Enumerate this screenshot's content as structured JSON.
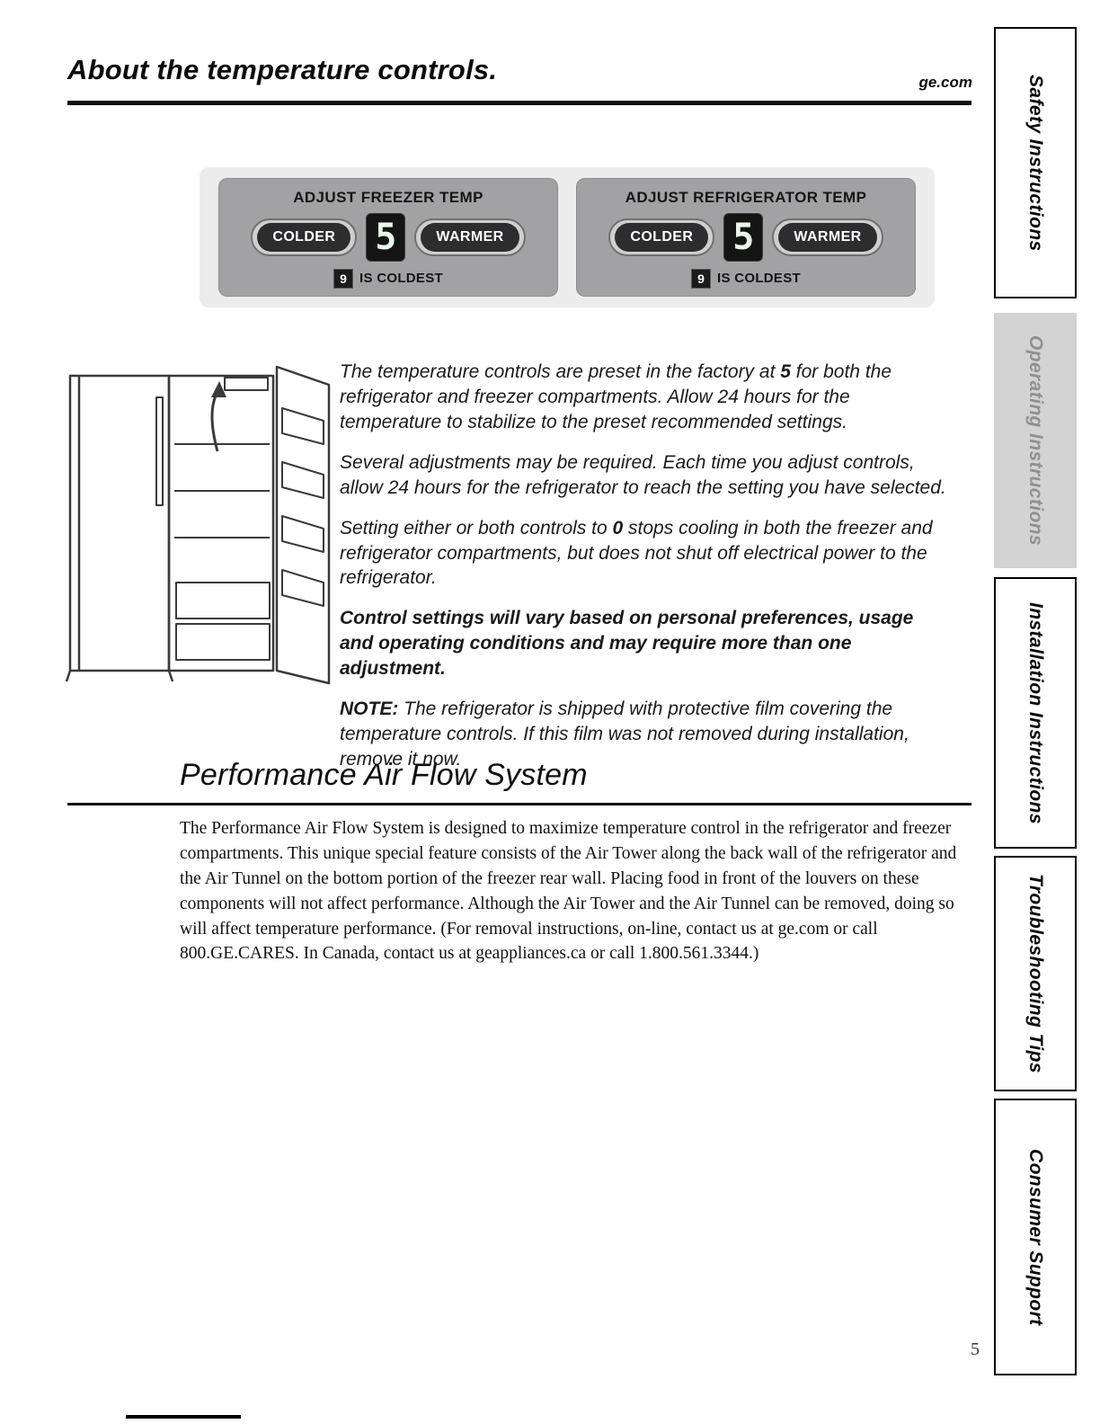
{
  "page": {
    "title": "About the temperature controls.",
    "site": "ge.com",
    "page_number": "5"
  },
  "control_panel": {
    "freezer": {
      "label": "ADJUST FREEZER TEMP",
      "colder": "COLDER",
      "warmer": "WARMER",
      "display": "5",
      "coldest_num": "9",
      "coldest_text": "IS COLDEST"
    },
    "refrigerator": {
      "label": "ADJUST REFRIGERATOR TEMP",
      "colder": "COLDER",
      "warmer": "WARMER",
      "display": "5",
      "coldest_num": "9",
      "coldest_text": "IS COLDEST"
    }
  },
  "content": {
    "paragraphs": {
      "p1": {
        "parts": [
          "The temperature controls are preset in the factory at ",
          "5",
          " for both the refrigerator and freezer compartments. Allow 24 hours for the temperature to stabilize to the preset recommended settings."
        ]
      },
      "p2": {
        "text": "Several adjustments may be required. Each time you adjust controls, allow 24 hours for the refrigerator to reach the setting you have selected."
      },
      "p3": {
        "parts": [
          "Setting either or both controls to ",
          "0",
          " stops cooling in both the freezer and refrigerator compartments, but does not shut off electrical power to the refrigerator."
        ]
      },
      "p4": {
        "text": "Control settings will vary based on personal preferences, usage and operating conditions and may require more than one adjustment."
      },
      "p5": {
        "parts": [
          "NOTE:",
          " The refrigerator is shipped with protective film covering the temperature controls. If this film was not removed during installation, remove it now."
        ]
      }
    },
    "section": {
      "heading": "Performance Air Flow System",
      "body": "The Performance Air Flow System is designed to maximize temperature control in the refrigerator and freezer compartments. This unique special feature consists of the Air Tower along the back wall of the refrigerator and the Air Tunnel on the bottom portion of the freezer rear wall. Placing food in front of the louvers on these components will not affect performance. Although the Air Tower and the Air Tunnel can be removed, doing so will affect temperature performance. (For removal instructions, on-line, contact us at ge.com or call 800.GE.CARES. In Canada, contact us at geappliances.ca or call 1.800.561.3344.)"
    }
  },
  "sidebar": {
    "items": [
      {
        "label": "Safety Instructions"
      },
      {
        "label": "Operating Instructions"
      },
      {
        "label": "Installation Instructions"
      },
      {
        "label": "Troubleshooting Tips"
      },
      {
        "label": "Consumer Support"
      }
    ]
  },
  "colors": {
    "panel_gray": "#a2a2a4",
    "button_dark": "#2d2d2f",
    "ghost_tab_bg": "#d3d3d3"
  }
}
